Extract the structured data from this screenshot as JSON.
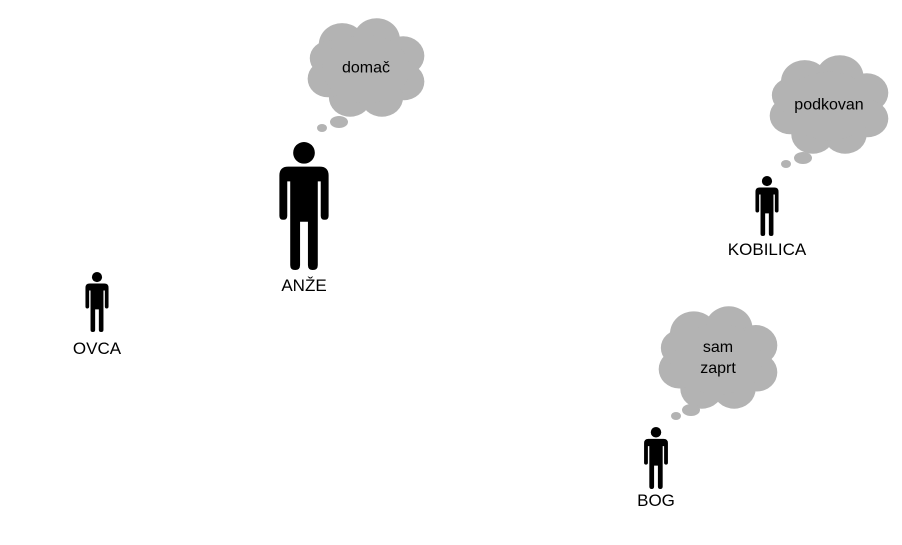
{
  "colors": {
    "figure": "#000000",
    "cloud": "#b3b3b3",
    "background": "#ffffff",
    "text": "#000000"
  },
  "figures": [
    {
      "id": "anze",
      "name": "ANŽE",
      "icon": "person-icon",
      "thought": {
        "lines": [
          "domač"
        ]
      }
    },
    {
      "id": "ovca",
      "name": "OVCA",
      "icon": "person-icon"
    },
    {
      "id": "kobilica",
      "name": "KOBILICA",
      "icon": "person-icon",
      "thought": {
        "lines": [
          "podkovan"
        ]
      }
    },
    {
      "id": "bog",
      "name": "BOG",
      "icon": "person-icon",
      "thought": {
        "lines": [
          "sam",
          "zaprt"
        ]
      }
    }
  ]
}
